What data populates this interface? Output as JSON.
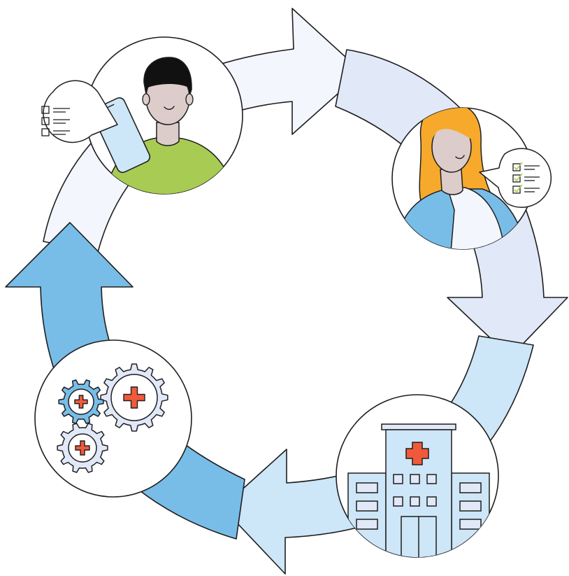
{
  "diagram": {
    "type": "circular-cycle",
    "colors": {
      "outline": "#1e1e1e",
      "arrow_top": "#f3f6fd",
      "arrow_right": "#e1e8f8",
      "arrow_bottom": "#cde6f8",
      "arrow_left": "#78bde8",
      "skin": "#dccdca",
      "hair_dark": "#111111",
      "hair_blond": "#f7a92b",
      "shirt_green": "#a8cb53",
      "coat_blue": "#78bde8",
      "phone": "#cde6f8",
      "cross_red": "#f05a3a",
      "gear_blue": "#78bde8",
      "gear_light": "#e1e8f8",
      "check_green": "#a8cb53"
    },
    "nodes": [
      {
        "id": "patient",
        "icon": "patient-with-phone-icon"
      },
      {
        "id": "doctor",
        "icon": "doctor-icon"
      },
      {
        "id": "hospital",
        "icon": "hospital-building-icon"
      },
      {
        "id": "healthcare-systems",
        "icon": "medical-gears-icon"
      }
    ],
    "arrows": [
      {
        "from": "patient",
        "to": "doctor",
        "icon": "arrow-right-icon"
      },
      {
        "from": "doctor",
        "to": "hospital",
        "icon": "arrow-down-icon"
      },
      {
        "from": "hospital",
        "to": "healthcare-systems",
        "icon": "arrow-left-icon"
      },
      {
        "from": "healthcare-systems",
        "to": "patient",
        "icon": "arrow-up-icon"
      }
    ]
  }
}
